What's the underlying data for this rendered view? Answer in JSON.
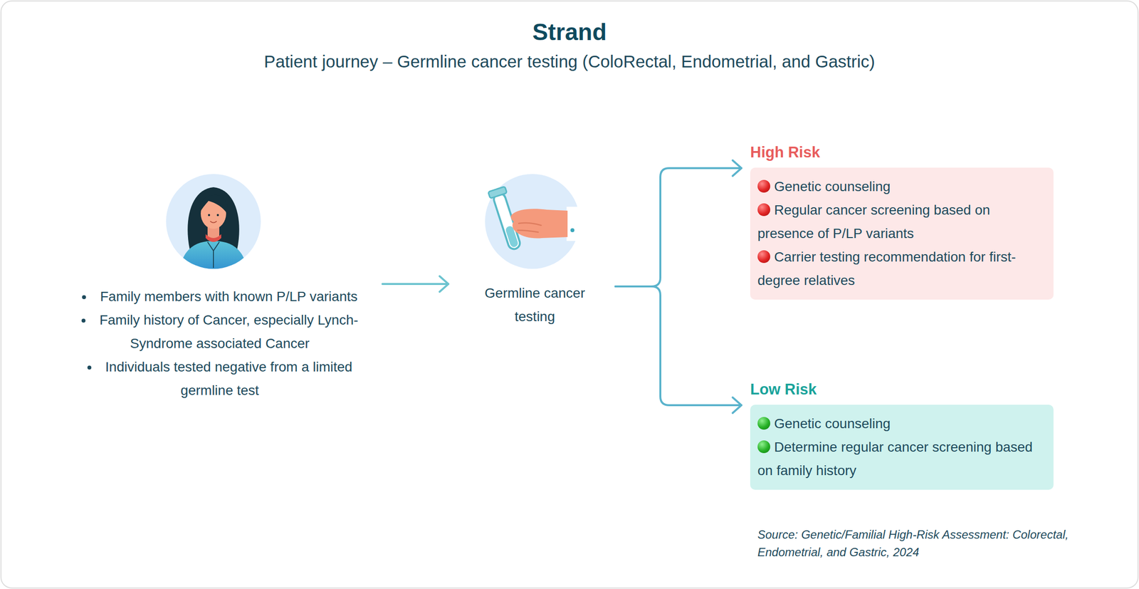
{
  "diagram": {
    "title": "Strand",
    "nodes": [
      {
        "text": [
          "Family members with known P/LP variants",
          "Family history of Cancer, especially Lynch-Syndrome associated Cancer",
          "Individuals tested negative from a limited germline test"
        ]
      },
      {
        "text": [
          "Germline cancer testing"
        ]
      },
      {
        "text": [
          "High Risk",
          "Genetic counseling",
          "Regular cancer screening based on presence of P/LP variants",
          "Carrier testing recommendation for first-degree relatives"
        ]
      },
      {
        "text": [
          "Low Risk",
          "Genetic counseling",
          "Determine regular cancer screening based on family history"
        ]
      }
    ],
    "edges": [
      {
        "from": 0,
        "to": 1,
        "arrow": "to"
      },
      {
        "from": 1,
        "to": 2,
        "arrow": "to"
      },
      {
        "from": 1,
        "to": 3,
        "arrow": "to"
      }
    ],
    "labels": [
      "Patient journey – Germline cancer testing (ColoRectal, Endometrial, and Gastric)",
      "Source: Genetic/Familial High-Risk Assessment: Colorectal, Endometrial, and Gastric, 2024"
    ]
  }
}
